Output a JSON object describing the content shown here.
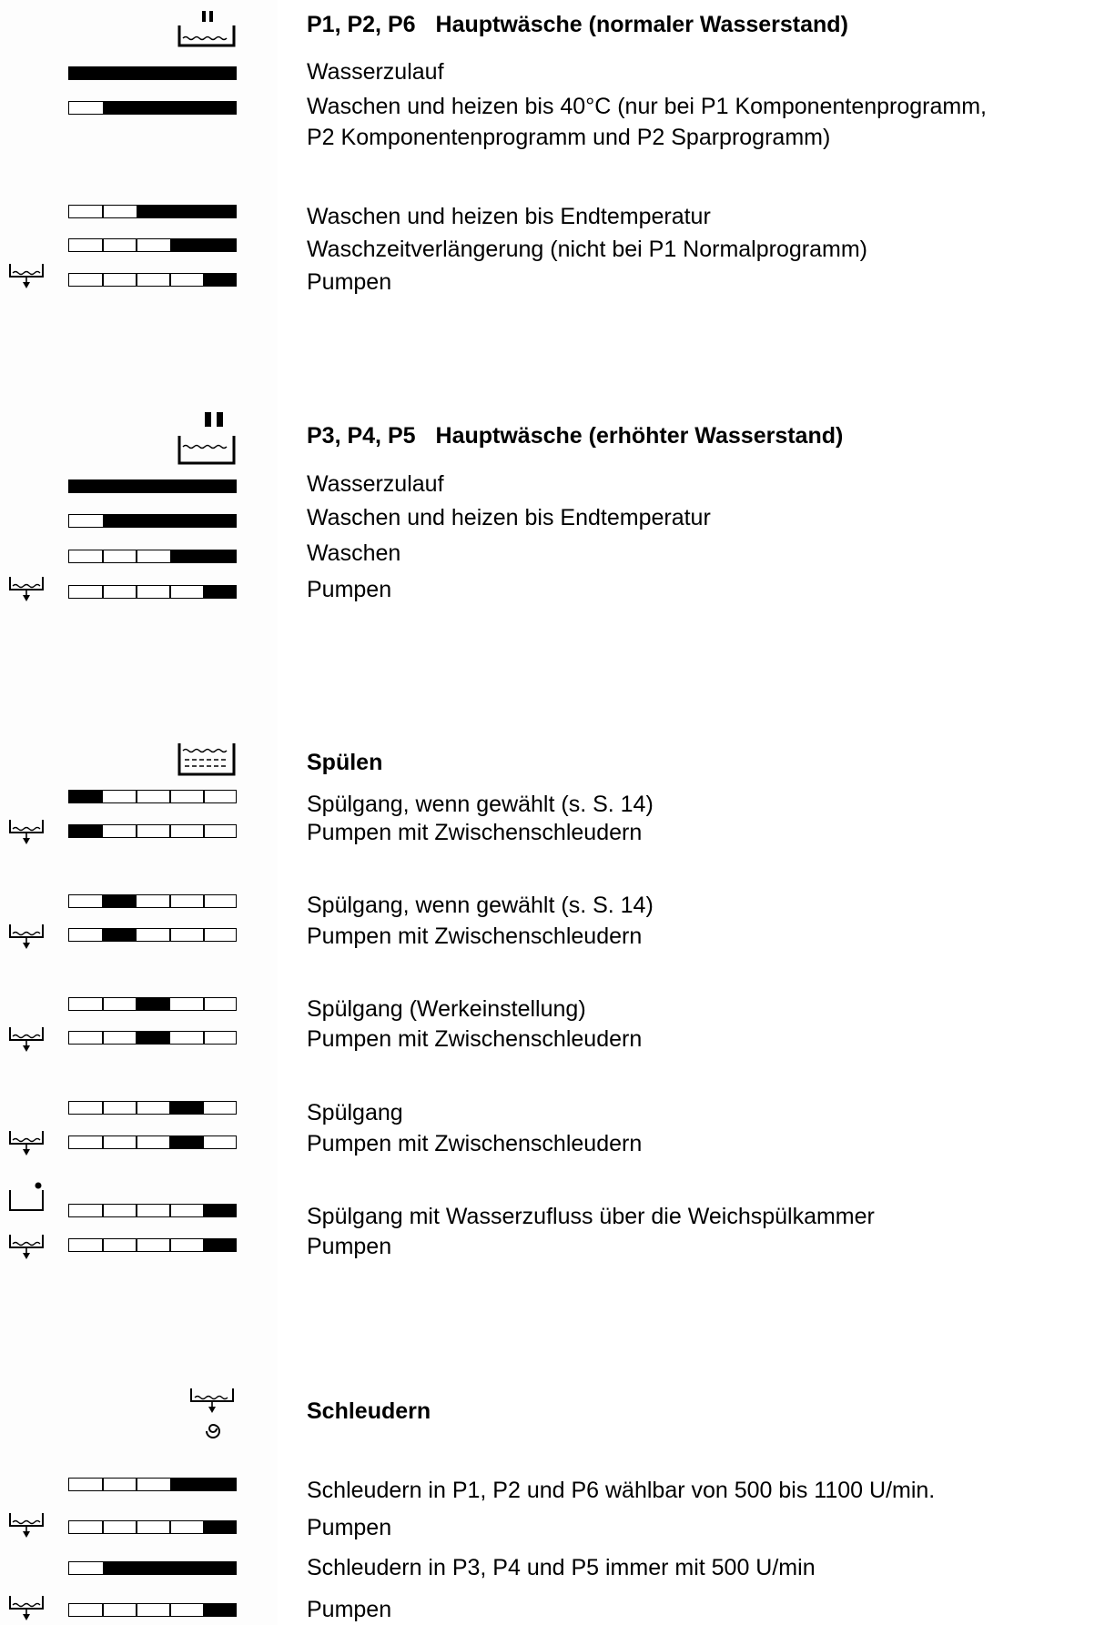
{
  "sections": {
    "main_normal": {
      "heading_code": "P1, P2, P6",
      "heading": "Hauptwäsche (normaler Wasserstand)",
      "rows": [
        {
          "text": "Wasserzulauf",
          "fill": 1.0,
          "segments": 0
        },
        {
          "text": "Waschen und heizen bis 40°C (nur bei P1 Komponentenprogramm,",
          "fill": 0.8,
          "segments": 0
        },
        {
          "text": "P2 Komponentenprogramm und P2 Sparprogramm)"
        },
        {
          "text": "Waschen und heizen bis Endtemperatur",
          "fill": 0.6,
          "segments": 2
        },
        {
          "text": "Waschzeitverlängerung (nicht bei P1 Normalprogramm)",
          "fill": 0.4,
          "segments": 3
        },
        {
          "text": "Pumpen",
          "fill": 0.2,
          "segments": 4,
          "icon": "drain-icon"
        }
      ]
    },
    "main_high": {
      "heading_code": "P3, P4, P5",
      "heading": "Hauptwäsche (erhöhter Wasserstand)",
      "rows": [
        {
          "text": "Wasserzulauf",
          "fill": 1.0,
          "segments": 0
        },
        {
          "text": "Waschen und heizen bis Endtemperatur",
          "fill": 0.8,
          "segments": 0
        },
        {
          "text": "Waschen",
          "fill": 0.4,
          "segments": 3
        },
        {
          "text": "Pumpen",
          "fill": 0.2,
          "segments": 4,
          "icon": "drain-icon"
        }
      ]
    },
    "rinse": {
      "heading": "Spülen",
      "rows": [
        {
          "text": "Spülgang, wenn gewählt (s. S. 14)",
          "filled_segment": 1
        },
        {
          "text": "Pumpen mit Zwischenschleudern",
          "filled_segment": 1,
          "icon": "drain-icon"
        },
        {
          "text": "Spülgang, wenn gewählt (s. S. 14)",
          "filled_segment": 2
        },
        {
          "text": "Pumpen mit Zwischenschleudern",
          "filled_segment": 2,
          "icon": "drain-icon"
        },
        {
          "text": "Spülgang (Werkeinstellung)",
          "filled_segment": 3
        },
        {
          "text": "Pumpen mit Zwischenschleudern",
          "filled_segment": 3,
          "icon": "drain-icon"
        },
        {
          "text": "Spülgang",
          "filled_segment": 4
        },
        {
          "text": "Pumpen mit Zwischenschleudern",
          "filled_segment": 4,
          "icon": "drain-icon"
        },
        {
          "text": "Spülgang mit Wasserzufluss über die Weichspülkammer",
          "filled_segment": 5,
          "icon": "softener-icon"
        },
        {
          "text": "Pumpen",
          "filled_segment": 5,
          "icon": "drain-icon"
        }
      ]
    },
    "spin": {
      "heading": "Schleudern",
      "rows": [
        {
          "text": "Schleudern in P1, P2 und P6 wählbar von 500 bis 1100 U/min.",
          "fill": 0.4,
          "segments": 3
        },
        {
          "text": "Pumpen",
          "fill": 0.2,
          "segments": 4,
          "icon": "drain-icon"
        },
        {
          "text": "Schleudern in P3, P4 und P5 immer mit 500 U/min",
          "fill": 0.8,
          "segments": 0
        },
        {
          "text": "Pumpen",
          "fill": 0.2,
          "segments": 4,
          "icon": "drain-icon"
        }
      ]
    }
  },
  "icons": {
    "main_normal_symbol": "wash-tub-prewash-bars-icon",
    "main_high_symbol": "wash-tub-high-water-icon",
    "rinse_symbol": "rinse-tub-icon",
    "spin_symbol": "spin-drain-icon"
  }
}
